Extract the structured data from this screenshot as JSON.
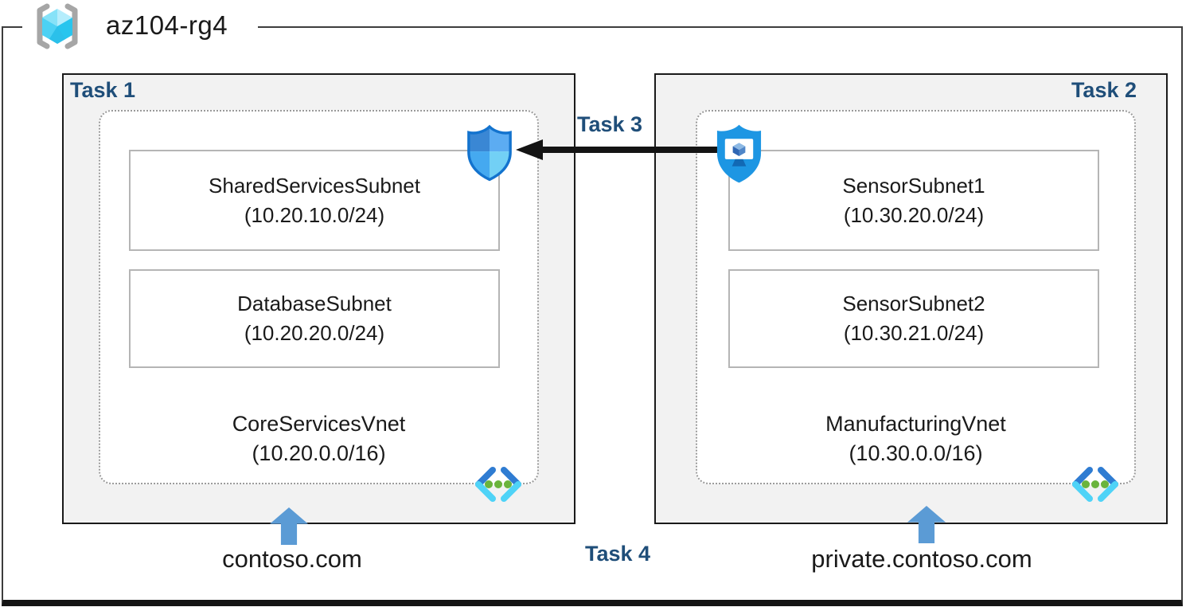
{
  "resource_group": {
    "name": "az104-rg4"
  },
  "labels": {
    "task1": "Task 1",
    "task2": "Task 2",
    "task3": "Task 3",
    "task4": "Task 4"
  },
  "left_vnet": {
    "name": "CoreServicesVnet",
    "cidr": "(10.20.0.0/16)",
    "dns": "contoso.com",
    "subnets": [
      {
        "name": "SharedServicesSubnet",
        "cidr": "(10.20.10.0/24)"
      },
      {
        "name": "DatabaseSubnet",
        "cidr": "(10.20.20.0/24)"
      }
    ]
  },
  "right_vnet": {
    "name": "ManufacturingVnet",
    "cidr": "(10.30.0.0/16)",
    "dns": "private.contoso.com",
    "subnets": [
      {
        "name": "SensorSubnet1",
        "cidr": "(10.30.20.0/24)"
      },
      {
        "name": "SensorSubnet2",
        "cidr": "(10.30.21.0/24)"
      }
    ]
  },
  "icons": {
    "resource_group": "resource-group-icon",
    "nsg_shield": "network-security-group-icon",
    "bastion_shield": "bastion-icon",
    "virtual_network": "virtual-network-icon",
    "dns_arrow": "up-arrow",
    "peering_arrow": "left-arrow"
  },
  "colors": {
    "task_label": "#1f4e79",
    "task_box_fill": "#f2f2f2",
    "dns_arrow_blue": "#5b9bd5",
    "peering_arrow_black": "#141414",
    "icon_blue": "#1d96e3",
    "icon_cyan": "#50d5f5",
    "icon_green": "#6ab43c"
  }
}
